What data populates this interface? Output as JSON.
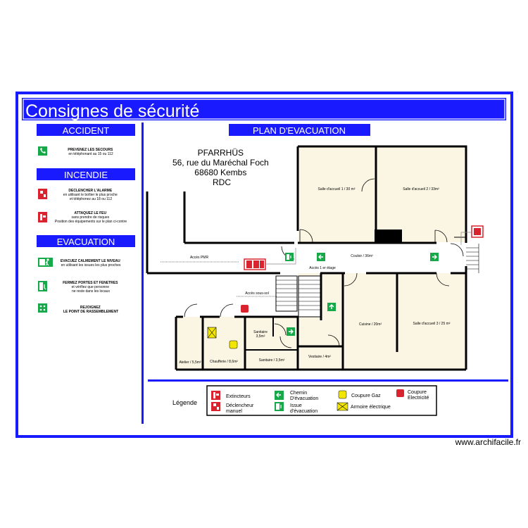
{
  "title": "Consignes de sécurité",
  "sections": {
    "accident": {
      "header": "ACCIDENT",
      "items": [
        {
          "icon": "phone-icon",
          "lines": [
            "PREVENEZ LES SECOURS",
            "en téléphonant au 15 ou 112"
          ]
        }
      ]
    },
    "incendie": {
      "header": "INCENDIE",
      "items": [
        {
          "icon": "fire-alarm-icon",
          "lines": [
            "DECLENCHER L'ALARME",
            "en utilisant le boîtier le plus proche",
            "et téléphonez au 18 ou 112"
          ]
        },
        {
          "icon": "extinguisher-icon",
          "lines": [
            "ATTAQUEZ LE FEU",
            "sans prendre de risques",
            "Position des équipements sur le plan ci-contre"
          ]
        }
      ]
    },
    "evacuation": {
      "header": "EVACUATION",
      "items": [
        {
          "icon": "exit-icon",
          "lines": [
            "EVACUEZ CALMEMENT LE NIVEAU",
            "en utilisant les issues les plus proches"
          ]
        },
        {
          "icon": "exit-door-icon",
          "lines": [
            "FERMEZ PORTES ET FENETRES",
            "et vérifiez que personne",
            "ne reste dans les locaux"
          ]
        },
        {
          "icon": "assembly-point-icon",
          "lines": [
            "REJOIGNEZ",
            "LE POINT DE RASSEMBLEMENT"
          ]
        }
      ]
    }
  },
  "plan": {
    "header": "PLAN D'EVACUATION",
    "address": [
      "PFARRHÜS",
      "56, rue du Maréchal Foch",
      "68680 Kembs",
      "RDC"
    ],
    "rooms": {
      "salle1": "Salle d'accueil 1  /  30 m²",
      "salle2": "Salle d'accueil 2  /  33m²",
      "couloir": "Couloir  /  36m²",
      "acces_etage": "Accès 1 er étage",
      "acces_pmr": "Accès PMR",
      "acces_sous_sol": "Accès sous-sol",
      "cuisine": "Cuisine / 20m²",
      "salle3": "Salle d'accueil 3  /  25 m²",
      "sanitaire1": "Sanitaire",
      "sanitaire1_area": "3,5m²",
      "sanitaire2": "Sanitaire  /  3,5m²",
      "vestiaire": "Vestiaire / 4m²",
      "chaufferie": "Chaufferie / 8,6m²",
      "atelier": "Atelier / 5,5m²"
    }
  },
  "legend": {
    "label": "Légende",
    "items": {
      "extincteurs": "Extincteurs",
      "declencheur": [
        "Déclencheur",
        "manuel"
      ],
      "chemin": [
        "Chemin",
        "D'évacuation"
      ],
      "issue": [
        "Issue",
        "d'évacuation"
      ],
      "coupure_gaz": "Coupure Gaz",
      "armoire": "Armoire électrique",
      "coupure_elec": [
        "Coupure",
        "Electricité"
      ]
    }
  },
  "watermark": "www.archifacile.fr",
  "colors": {
    "frame": "#1a1aff",
    "header_bg": "#1a1aff",
    "exit_green": "#17a84a",
    "fire_red": "#d9232e",
    "gas_yellow": "#f2e600"
  }
}
